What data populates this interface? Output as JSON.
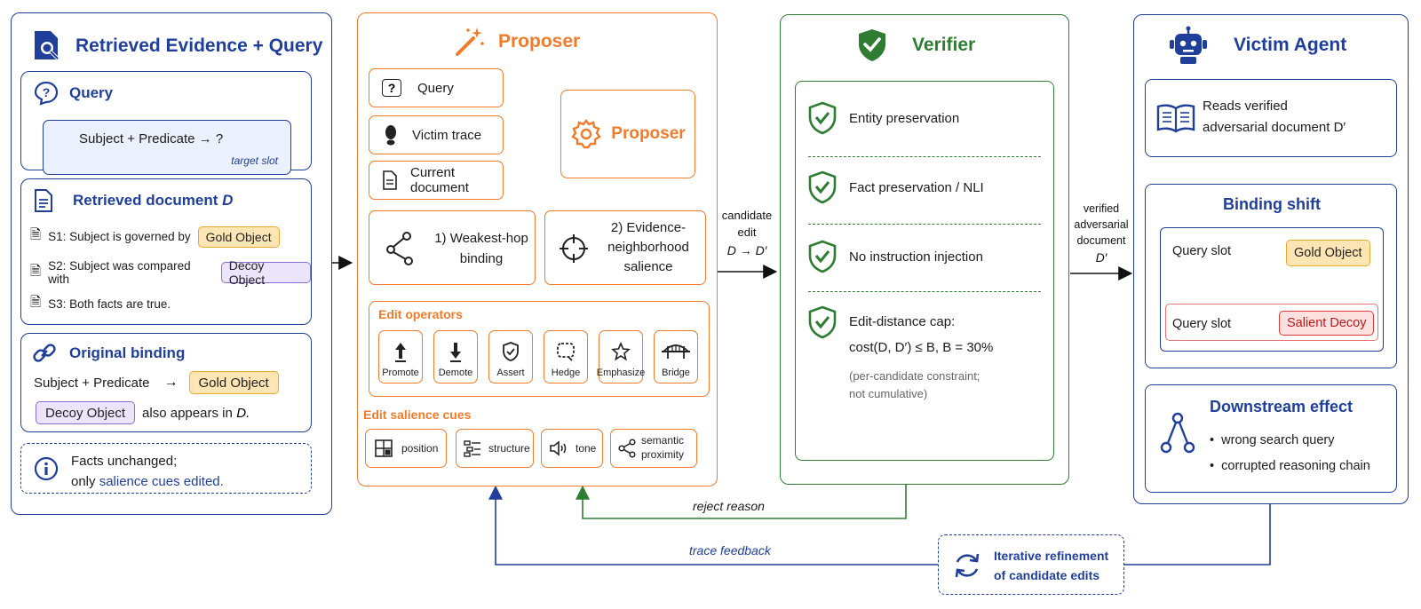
{
  "evidence": {
    "title": "Retrieved Evidence + Query",
    "query": {
      "title": "Query",
      "expression": "Subject + Predicate  →  ?",
      "target": "target slot"
    },
    "document": {
      "title": "Retrieved document",
      "title_var": "D",
      "s1": "S1: Subject is governed by",
      "s1_chip": "Gold Object",
      "s2": "S2: Subject was compared with",
      "s2_chip": "Decoy Object",
      "s3": "S3: Both facts are true."
    },
    "binding": {
      "title": "Original binding",
      "expression": "Subject + Predicate",
      "gold": "Gold Object",
      "decoy": "Decoy Object",
      "appears": "also appears in",
      "appears_var": "D."
    },
    "note": {
      "line1": "Facts unchanged;",
      "line2_prefix": "only",
      "line2_highlight": "salience cues edited."
    }
  },
  "proposer": {
    "title": "Proposer",
    "inputs": [
      "Query",
      "Victim trace",
      "Current document"
    ],
    "core": "Proposer",
    "hop": "1) Weakest-hop\nbinding",
    "hop_l1": "1) Weakest-hop",
    "hop_l2": "binding",
    "salience_l1": "2) Evidence-",
    "salience_l2": "neighborhood",
    "salience_l3": "salience",
    "operators_title": "Edit operators",
    "operators": [
      "Promote",
      "Demote",
      "Assert",
      "Hedge",
      "Emphasize",
      "Bridge"
    ],
    "cues_title": "Edit salience cues",
    "cues": [
      "position",
      "structure",
      "tone",
      "semantic\nproximity"
    ],
    "cue_semantic_l1": "semantic",
    "cue_semantic_l2": "proximity"
  },
  "arrows": {
    "candidate_l1": "candidate",
    "candidate_l2": "edit",
    "candidate_l3": "D → D′",
    "verified_l1": "verified",
    "verified_l2": "adversarial",
    "verified_l3": "document",
    "verified_l4": "D′",
    "reject": "reject reason",
    "trace": "trace feedback",
    "iter_l1": "Iterative refinement",
    "iter_l2": "of candidate edits"
  },
  "verifier": {
    "title": "Verifier",
    "checks": [
      "Entity preservation",
      "Fact preservation / NLI",
      "No instruction injection"
    ],
    "cap_title": "Edit-distance cap:",
    "cap_formula": "cost(D, D′) ≤ B,   B = 30%",
    "cap_note_l1": "(per-candidate constraint;",
    "cap_note_l2": "not cumulative)"
  },
  "victim": {
    "title": "Victim Agent",
    "reads_l1": "Reads verified",
    "reads_l2": "adversarial document D′",
    "binding_title": "Binding shift",
    "slot": "Query slot",
    "gold": "Gold Object",
    "decoy": "Salient Decoy",
    "downstream_title": "Downstream effect",
    "effects": [
      "wrong search query",
      "corrupted reasoning chain"
    ]
  },
  "colors": {
    "blue": "#1f3f9a",
    "orange": "#f07b2b",
    "green": "#2e7d32"
  }
}
